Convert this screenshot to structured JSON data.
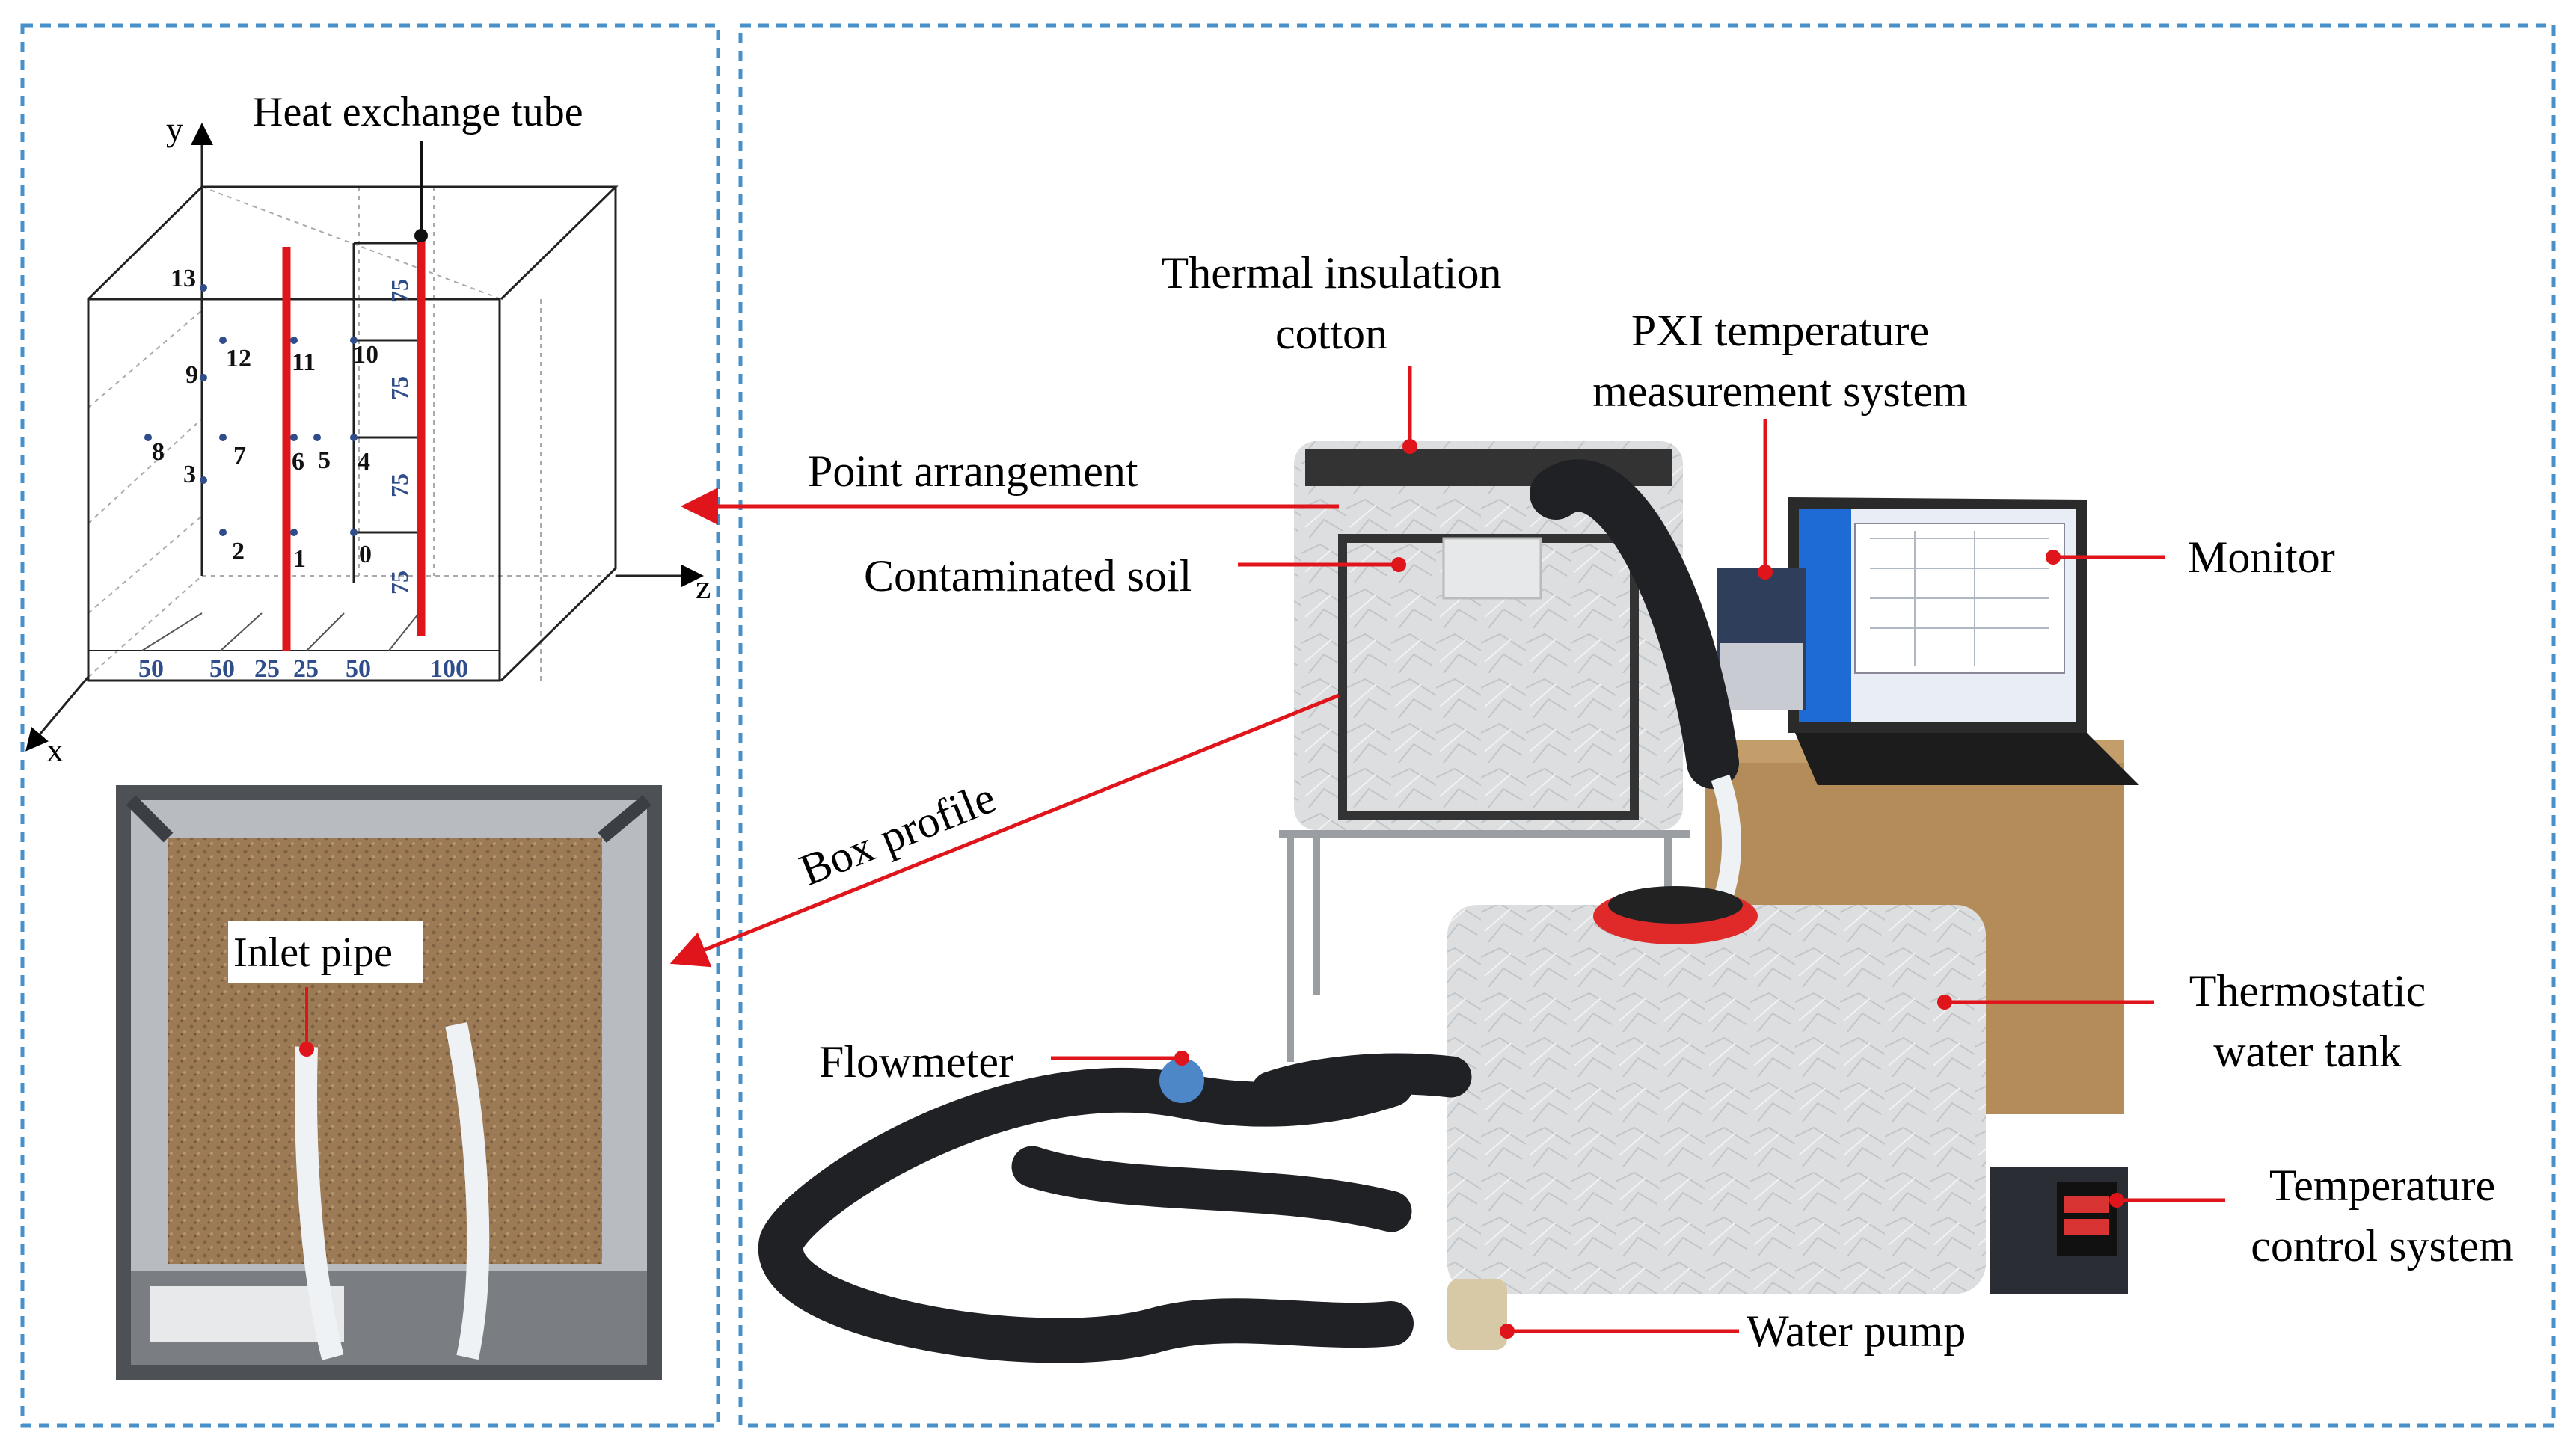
{
  "left_panel": {
    "axes": {
      "y": "y",
      "x": "x",
      "z": "z"
    },
    "tube_label": "Heat exchange tube",
    "points": [
      "0",
      "1",
      "2",
      "3",
      "4",
      "5",
      "6",
      "7",
      "8",
      "9",
      "10",
      "11",
      "12",
      "13"
    ],
    "vertical_spacing": [
      "75",
      "75",
      "75",
      "75"
    ],
    "bottom_spacing": [
      "50",
      "50",
      "25",
      "25",
      "50",
      "100"
    ],
    "inset_label": "Inlet pipe"
  },
  "right_panel": {
    "labels": {
      "thermal_insulation": "Thermal insulation\ncotton",
      "pxi": "PXI temperature\nmeasurement system",
      "point_arrangement": "Point arrangement",
      "contaminated_soil": "Contaminated soil",
      "monitor": "Monitor",
      "box_profile": "Box profile",
      "thermostatic": "Thermostatic\nwater tank",
      "flowmeter": "Flowmeter",
      "temperature_control": "Temperature\ncontrol system",
      "water_pump": "Water pump"
    }
  },
  "colors": {
    "accent": "#e0151b",
    "border": "#4a90c8",
    "dimension": "#2e4d8a"
  }
}
